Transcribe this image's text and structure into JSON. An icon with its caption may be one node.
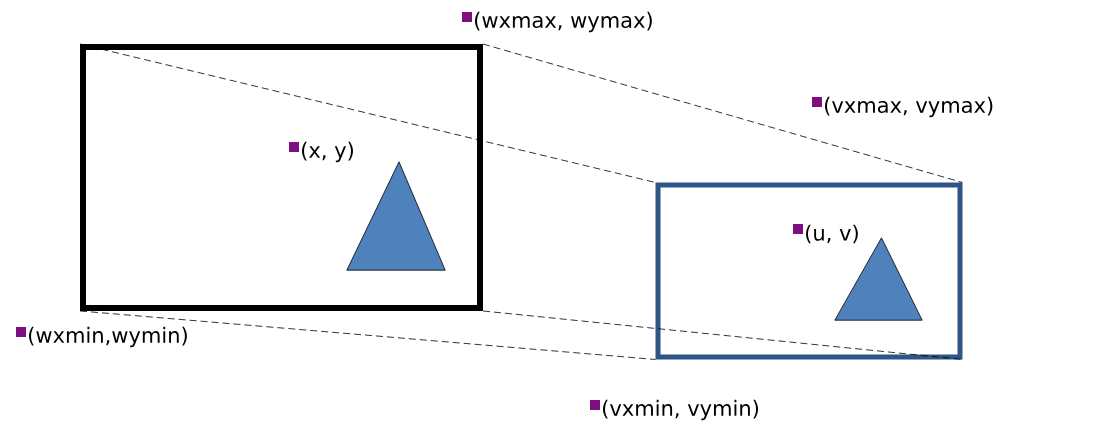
{
  "diagram": {
    "nodes": [
      {
        "text": [],
        "shape": "box"
      },
      {
        "text": [],
        "shape": "triangle",
        "in": 0
      },
      {
        "text": [],
        "shape": "box"
      },
      {
        "text": [],
        "shape": "triangle",
        "in": 2
      }
    ],
    "edges": [
      {
        "from": 0,
        "to": 2,
        "arrow": "none",
        "style": "dashed"
      },
      {
        "from": 0,
        "to": 2,
        "arrow": "none",
        "style": "dashed"
      },
      {
        "from": 0,
        "to": 2,
        "arrow": "none",
        "style": "dashed"
      },
      {
        "from": 0,
        "to": 2,
        "arrow": "none",
        "style": "dashed"
      }
    ],
    "labels": [
      "(wxmax, wymax)",
      "(vxmax, vymax)",
      "(x, y)",
      "(u, v)",
      "(wxmin,wymin)",
      "(vxmin, vymin)"
    ]
  }
}
